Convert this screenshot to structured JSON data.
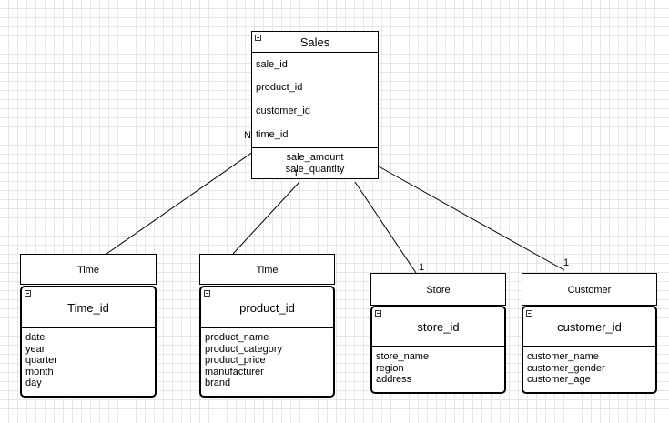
{
  "sales": {
    "title": "Sales",
    "keys": [
      "sale_id",
      "product_id",
      "customer_id",
      "time_id"
    ],
    "measures": [
      "sale_amount",
      "sale_quantity"
    ]
  },
  "dimensions": [
    {
      "header": "Time",
      "key": "Time_id",
      "attributes": [
        "date",
        "year",
        "quarter",
        "month",
        "day"
      ]
    },
    {
      "header": "Time",
      "key": "product_id",
      "attributes": [
        "product_name",
        "product_category",
        "product_price",
        "manufacturer",
        "brand"
      ]
    },
    {
      "header": "Store",
      "key": "store_id",
      "attributes": [
        "store_name",
        "region",
        "address"
      ]
    },
    {
      "header": "Customer",
      "key": "customer_id",
      "attributes": [
        "customer_name",
        "customer_gender",
        "customer_age"
      ]
    }
  ],
  "cardinalities": {
    "time_to_sales": "N",
    "product_to_sales": "1",
    "store_end": "1",
    "customer_end": "1"
  }
}
